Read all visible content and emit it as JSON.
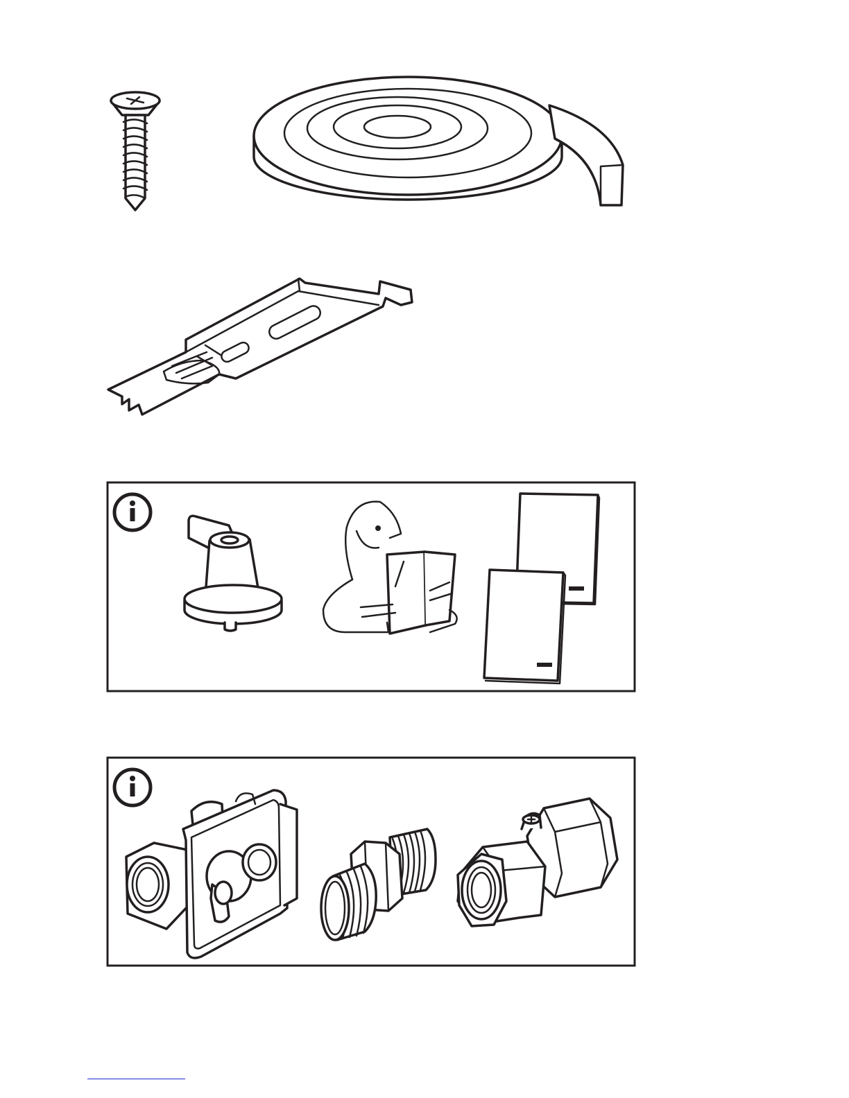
{
  "page": {
    "type": "assembly-instructions-parts-page",
    "background_color": "#ffffff",
    "line_color": "#231f20",
    "footer_rule_color": "#1a2ad0"
  },
  "parts": [
    {
      "name": "screw",
      "icon": "countersunk-screw-icon"
    },
    {
      "name": "sealing-strip-roll",
      "icon": "foam-tape-roll-icon"
    },
    {
      "name": "mounting-bracket",
      "icon": "metal-bracket-icon"
    }
  ],
  "info_panels": [
    {
      "icon": "info-icon",
      "items": [
        {
          "name": "nozzle",
          "icon": "gas-nozzle-icon"
        },
        {
          "name": "read-instructions",
          "icon": "person-reading-icon"
        },
        {
          "name": "manuals",
          "icon": "booklets-icon"
        }
      ]
    },
    {
      "icon": "info-icon",
      "items": [
        {
          "name": "gas-connector",
          "icon": "gas-connector-icon"
        },
        {
          "name": "threaded-nipple",
          "icon": "threaded-nipple-icon"
        },
        {
          "name": "hex-coupling",
          "icon": "hex-coupling-icon"
        }
      ]
    }
  ]
}
